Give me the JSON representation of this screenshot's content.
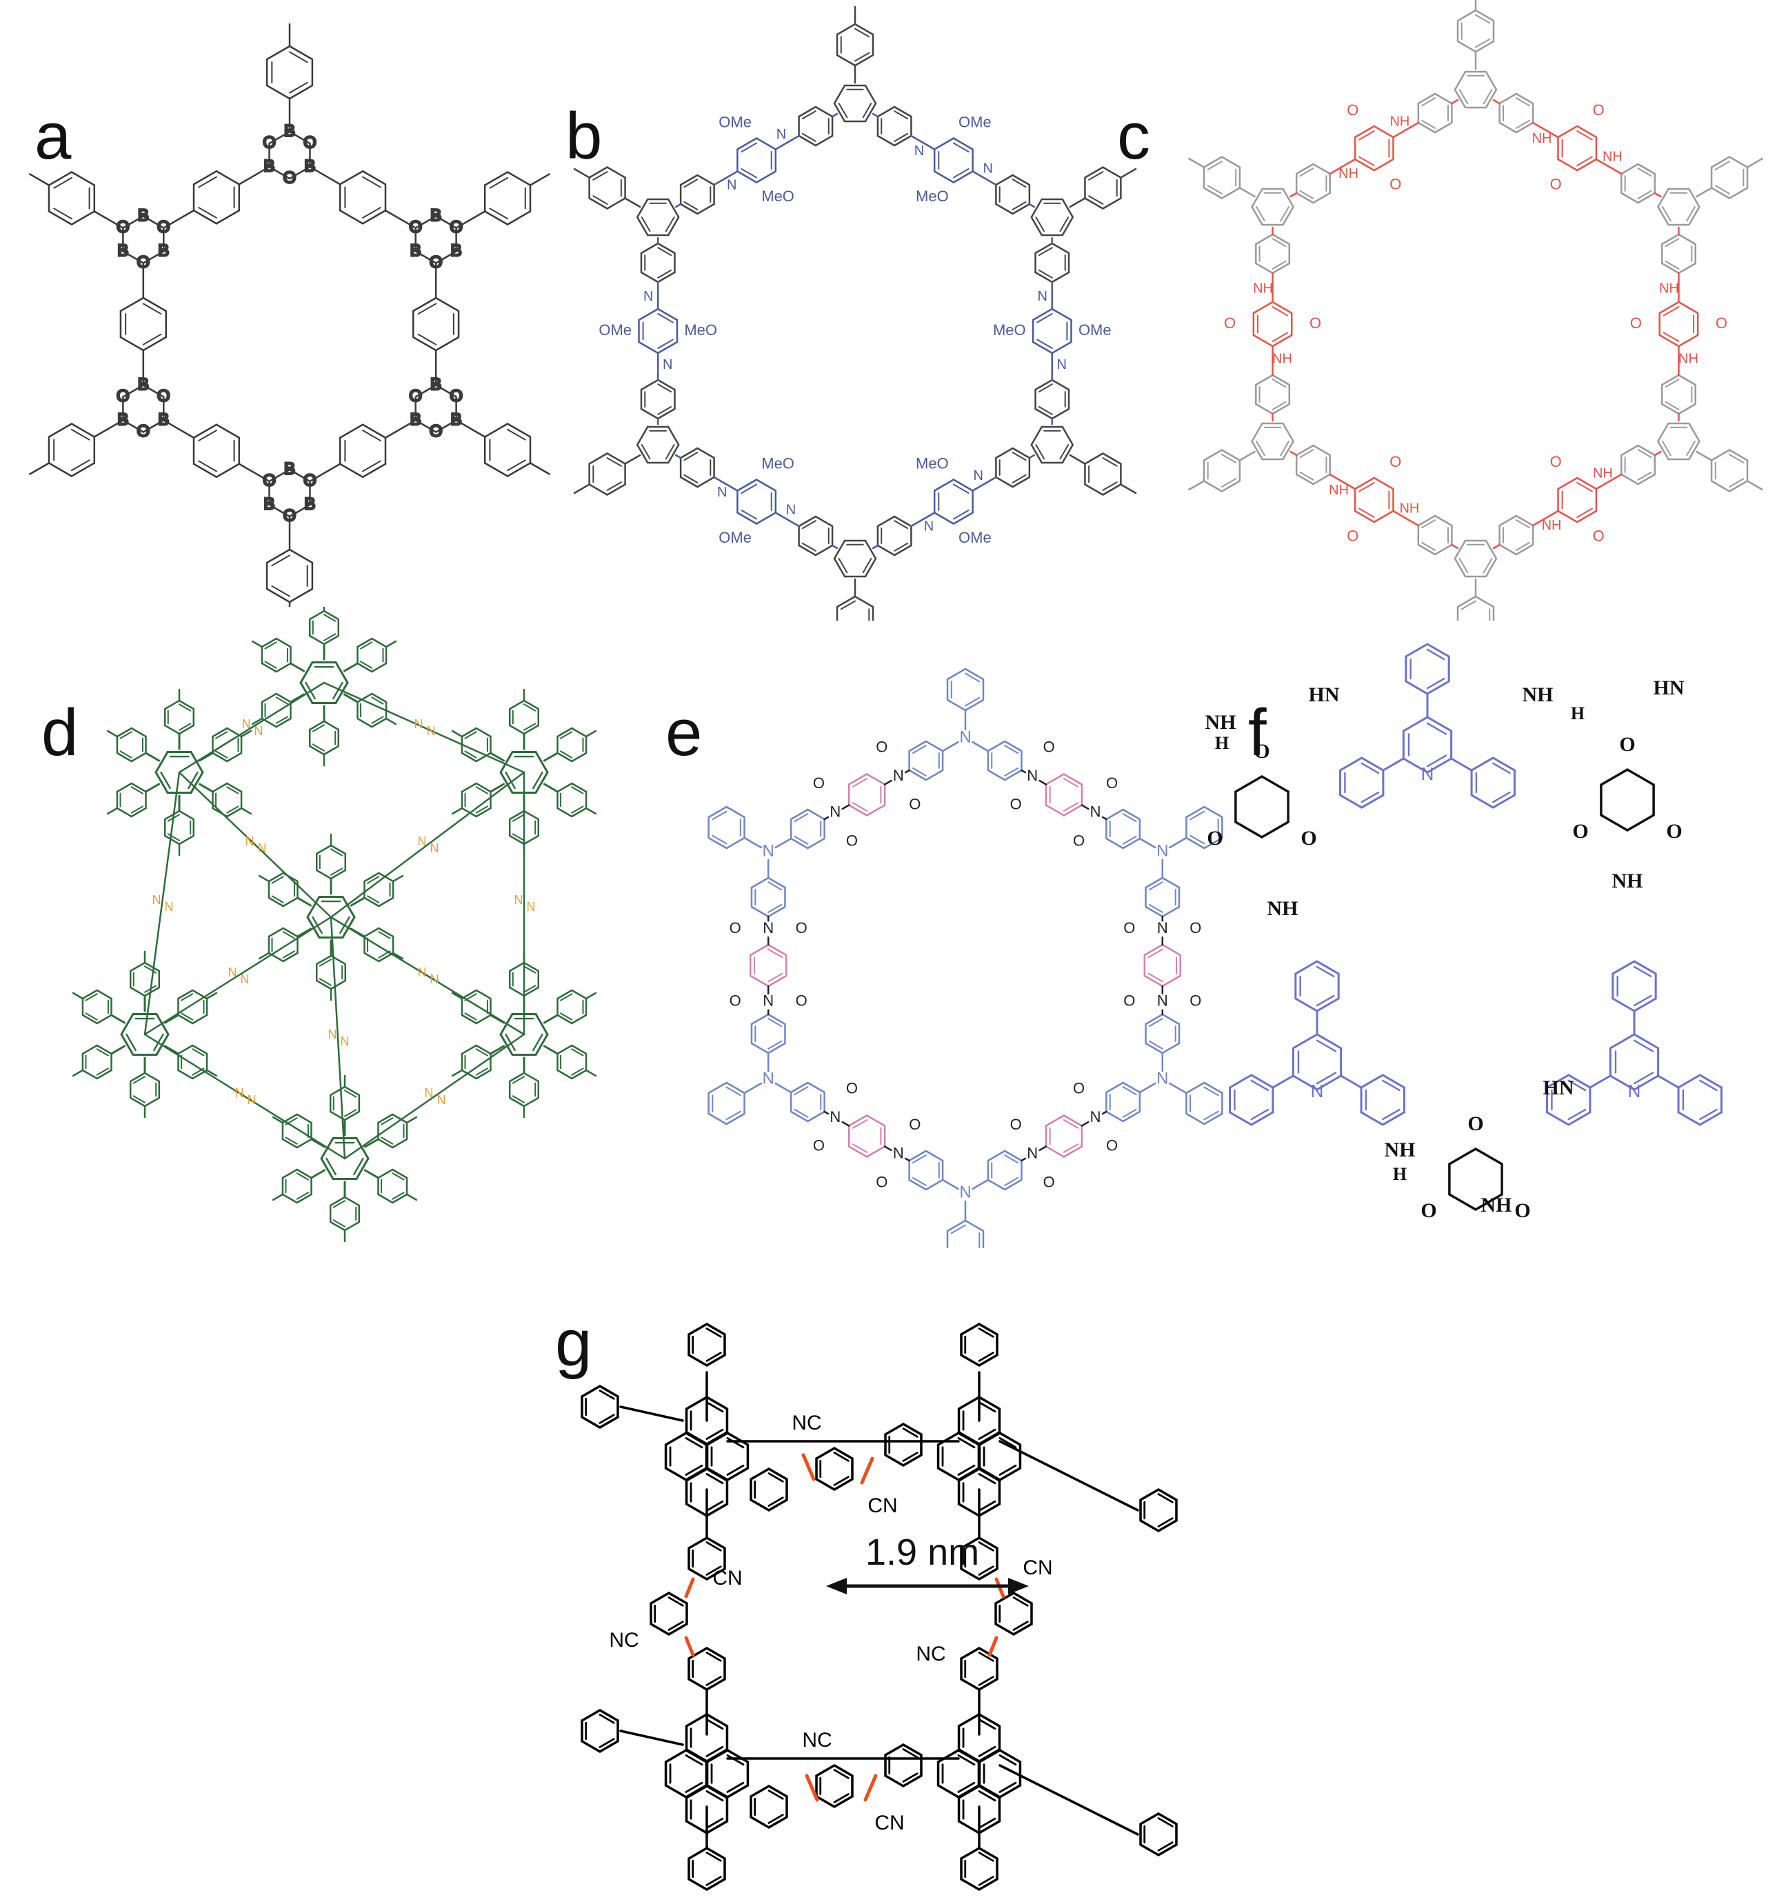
{
  "panels": [
    {
      "id": "a",
      "label": "a",
      "color": "#3a3a3a"
    },
    {
      "id": "b",
      "label": "b",
      "color": "#4a5a9a"
    },
    {
      "id": "c",
      "label": "c",
      "color": "#e0554a"
    },
    {
      "id": "d",
      "label": "d",
      "color": "#2e6b3a"
    },
    {
      "id": "e",
      "label": "e",
      "color": "#6f86c2"
    },
    {
      "id": "f",
      "label": "f",
      "color": "#6b72c8"
    },
    {
      "id": "g",
      "label": "g",
      "color": "#000000"
    }
  ],
  "atoms": {
    "boron": "B",
    "oxygen": "O",
    "nitrogen": "N",
    "methoxy": "MeO",
    "methoxy_r": "OMe",
    "nh": "NH",
    "hn": "HN",
    "n_pyridine": "N",
    "h": "H",
    "ketone": "O",
    "nh_hydrazide": "NH",
    "cn": "CN",
    "nc": "NC"
  },
  "measurement": {
    "pore_size": "1.9 nm"
  },
  "colors": {
    "accent_orange": "#e8501e",
    "link_orange": "#e3a23a",
    "pink": "#d27fb0"
  }
}
